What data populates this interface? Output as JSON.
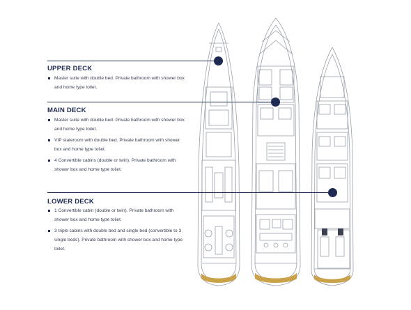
{
  "decks": [
    {
      "title": "UPPER DECK",
      "items": [
        "Master suite with double bed. Private bathroom with shower box and home type toilet."
      ]
    },
    {
      "title": "MAIN DECK",
      "items": [
        "Master suite with double bed. Private bathroom with shower box and home type toilet.",
        "VIP stateroom with double bed. Private bathroom with shower box and home type toilet.",
        "4 Convertible cabins (double or twin). Private bathroom with shower box and home type toilet."
      ]
    },
    {
      "title": "LOWER DECK",
      "items": [
        "1 Convertible cabin (double or twin). Private bathroom with shower box and home type toilet.",
        "3 triple cabins with double bed and single bed (convertible to 3 single beds). Private bathroom with shower box and home type toilet."
      ]
    }
  ],
  "colors": {
    "accent": "#1d2a52",
    "teak": "#c9a24a",
    "plan_line": "#9aa0ab",
    "text": "#3a3f52"
  }
}
